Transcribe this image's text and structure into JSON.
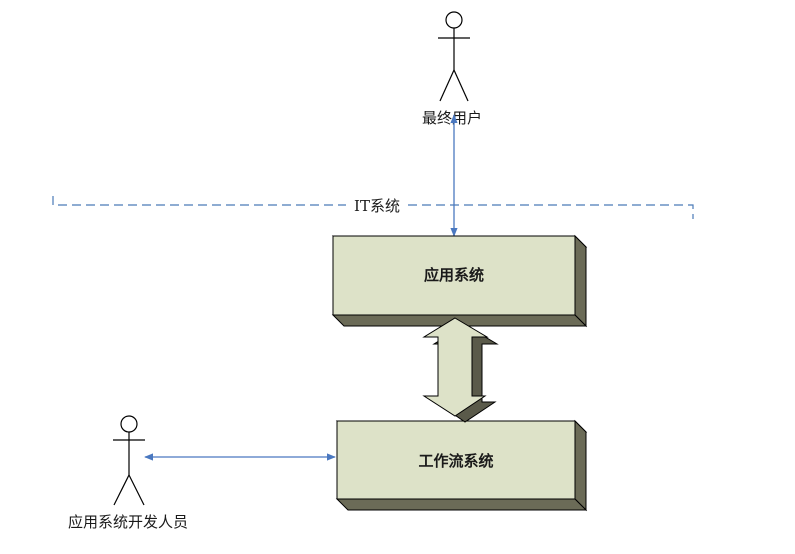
{
  "diagram": {
    "boundary_label": "IT系统",
    "actors": {
      "end_user": "最终用户",
      "developer": "应用系统开发人员"
    },
    "boxes": {
      "app_system": "应用系统",
      "workflow_system": "工作流系统"
    },
    "colors": {
      "box_face": "#dde2c8",
      "box_side": "#6b6b57",
      "box_top": "#b9bca6",
      "boundary": "#4a7ab8",
      "connector": "#4a78c0",
      "outline": "#000000"
    }
  }
}
